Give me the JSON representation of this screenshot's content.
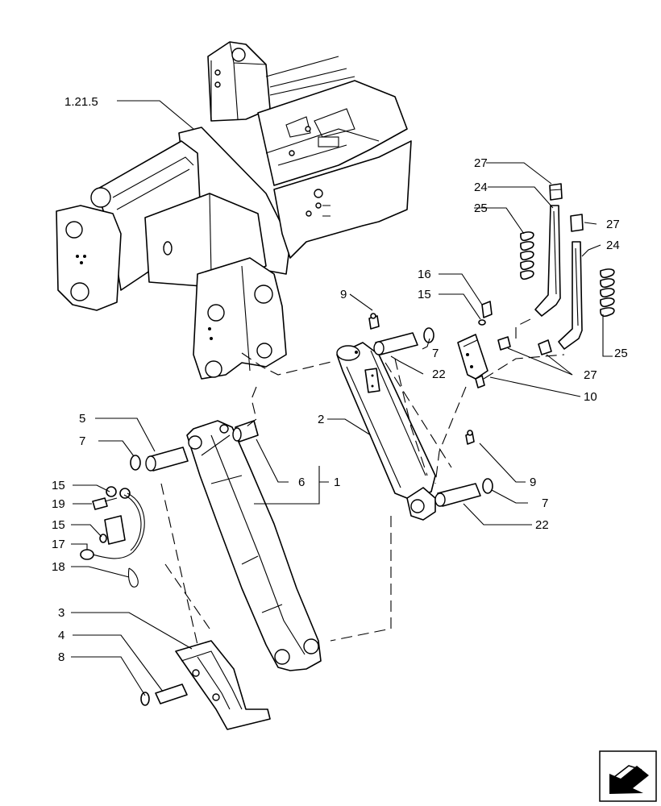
{
  "callouts": [
    {
      "id": "c-1-21-5",
      "text": "1.21.5"
    },
    {
      "id": "c-27a",
      "text": "27"
    },
    {
      "id": "c-24a",
      "text": "24"
    },
    {
      "id": "c-25a",
      "text": "25"
    },
    {
      "id": "c-27b",
      "text": "27"
    },
    {
      "id": "c-24b",
      "text": "24"
    },
    {
      "id": "c-16",
      "text": "16"
    },
    {
      "id": "c-15a",
      "text": "15"
    },
    {
      "id": "c-9a",
      "text": "9"
    },
    {
      "id": "c-7a",
      "text": "7"
    },
    {
      "id": "c-22a",
      "text": "22"
    },
    {
      "id": "c-25b",
      "text": "25"
    },
    {
      "id": "c-27c",
      "text": "27"
    },
    {
      "id": "c-10",
      "text": "10"
    },
    {
      "id": "c-2",
      "text": "2"
    },
    {
      "id": "c-5",
      "text": "5"
    },
    {
      "id": "c-7b",
      "text": "7"
    },
    {
      "id": "c-6",
      "text": "6"
    },
    {
      "id": "c-1",
      "text": "1"
    },
    {
      "id": "c-9b",
      "text": "9"
    },
    {
      "id": "c-15b",
      "text": "15"
    },
    {
      "id": "c-19",
      "text": "19"
    },
    {
      "id": "c-7c",
      "text": "7"
    },
    {
      "id": "c-15c",
      "text": "15"
    },
    {
      "id": "c-17",
      "text": "17"
    },
    {
      "id": "c-22b",
      "text": "22"
    },
    {
      "id": "c-18",
      "text": "18"
    },
    {
      "id": "c-3",
      "text": "3"
    },
    {
      "id": "c-4",
      "text": "4"
    },
    {
      "id": "c-8",
      "text": "8"
    }
  ],
  "icons": {
    "nav": "next-arrow-icon"
  }
}
